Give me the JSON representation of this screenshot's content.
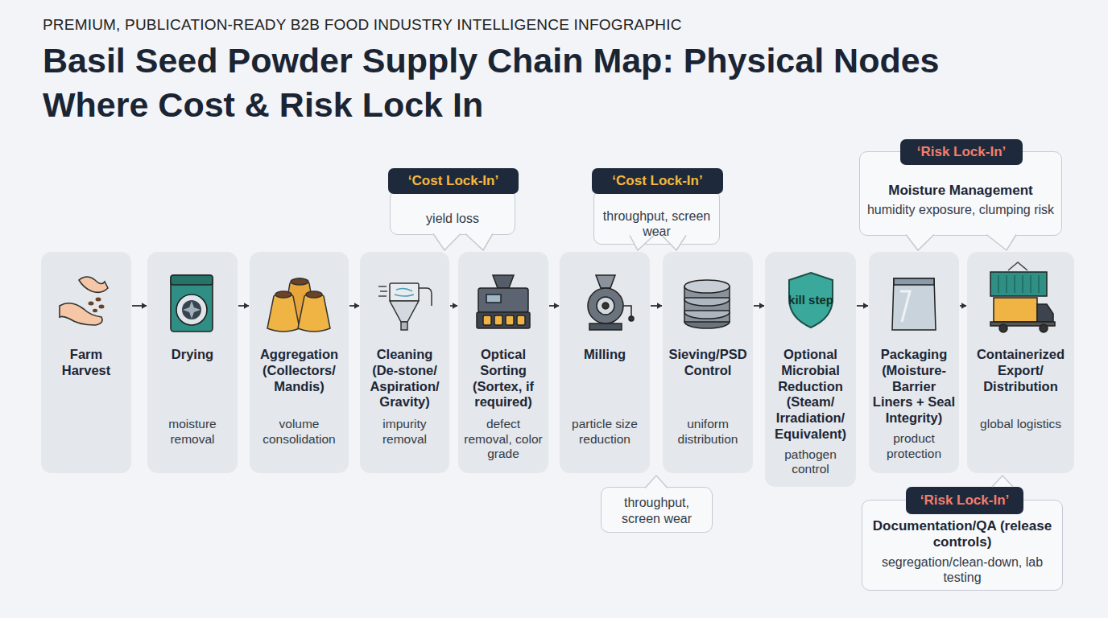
{
  "diagram": {
    "title": "Basil Seed Powder Supply Chain Map: Physical Nodes Where Cost & Risk Lock In",
    "nodes": [
      {
        "text": [
          "Farm Harvest"
        ]
      },
      {
        "text": [
          "Drying",
          "moisture removal"
        ]
      },
      {
        "text": [
          "Aggregation (Collectors/ Mandis)",
          "volume consolidation"
        ]
      },
      {
        "text": [
          "Cleaning (De-stone/ Aspiration/ Gravity)",
          "impurity removal"
        ]
      },
      {
        "text": [
          "Optical Sorting (Sortex, if required)",
          "defect removal, color grade"
        ]
      },
      {
        "text": [
          "Milling",
          "particle size reduction"
        ]
      },
      {
        "text": [
          "Sieving/PSD Control",
          "uniform distribution"
        ]
      },
      {
        "text": [
          "Optional Microbial Reduction (Steam/ Irradiation/ Equivalent)",
          "pathogen control"
        ]
      },
      {
        "text": [
          "Packaging (Moisture-Barrier Liners + Seal Integrity)",
          "product protection"
        ]
      },
      {
        "text": [
          "Containerized Export/ Distribution",
          "global logistics"
        ]
      },
      {
        "text": [
          "kill step"
        ],
        "in": 7
      },
      {
        "text": [
          "yield loss"
        ]
      },
      {
        "text": [
          "‘Cost Lock-In’"
        ],
        "in": 11
      },
      {
        "text": [
          "throughput, screen wear"
        ]
      },
      {
        "text": [
          "‘Cost Lock-In’"
        ],
        "in": 13
      },
      {
        "text": [
          "Moisture Management",
          "humidity exposure, clumping risk"
        ]
      },
      {
        "text": [
          "‘Risk Lock-In’"
        ],
        "in": 15
      },
      {
        "text": [
          "throughput, screen wear"
        ]
      },
      {
        "text": [
          "Documentation/QA (release controls)",
          "segregation/clean-down, lab testing"
        ]
      },
      {
        "text": [
          "‘Risk Lock-In’"
        ],
        "in": 18
      }
    ],
    "edges": [
      {
        "from": 0,
        "to": 1,
        "arrow": "to"
      },
      {
        "from": 1,
        "to": 2,
        "arrow": "to"
      },
      {
        "from": 2,
        "to": 3,
        "arrow": "to"
      },
      {
        "from": 3,
        "to": 4,
        "arrow": "to"
      },
      {
        "from": 4,
        "to": 5,
        "arrow": "to"
      },
      {
        "from": 5,
        "to": 6,
        "arrow": "to"
      },
      {
        "from": 6,
        "to": 7,
        "arrow": "to"
      },
      {
        "from": 7,
        "to": 8,
        "arrow": "to"
      },
      {
        "from": 8,
        "to": 9,
        "arrow": "to"
      }
    ],
    "labels": [
      "PREMIUM, PUBLICATION-READY B2B FOOD INDUSTRY INTELLIGENCE INFOGRAPHIC"
    ]
  }
}
